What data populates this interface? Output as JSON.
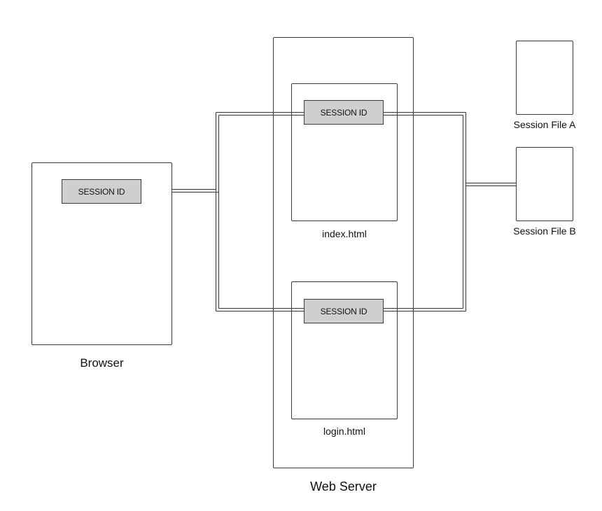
{
  "browser": {
    "label": "Browser",
    "session_id": "SESSION ID"
  },
  "web_server": {
    "label": "Web Server",
    "pages": [
      {
        "label": "index.html",
        "session_id": "SESSION ID"
      },
      {
        "label": "login.html",
        "session_id": "SESSION ID"
      }
    ]
  },
  "session_files": [
    {
      "label": "Session File A"
    },
    {
      "label": "Session File B"
    }
  ]
}
